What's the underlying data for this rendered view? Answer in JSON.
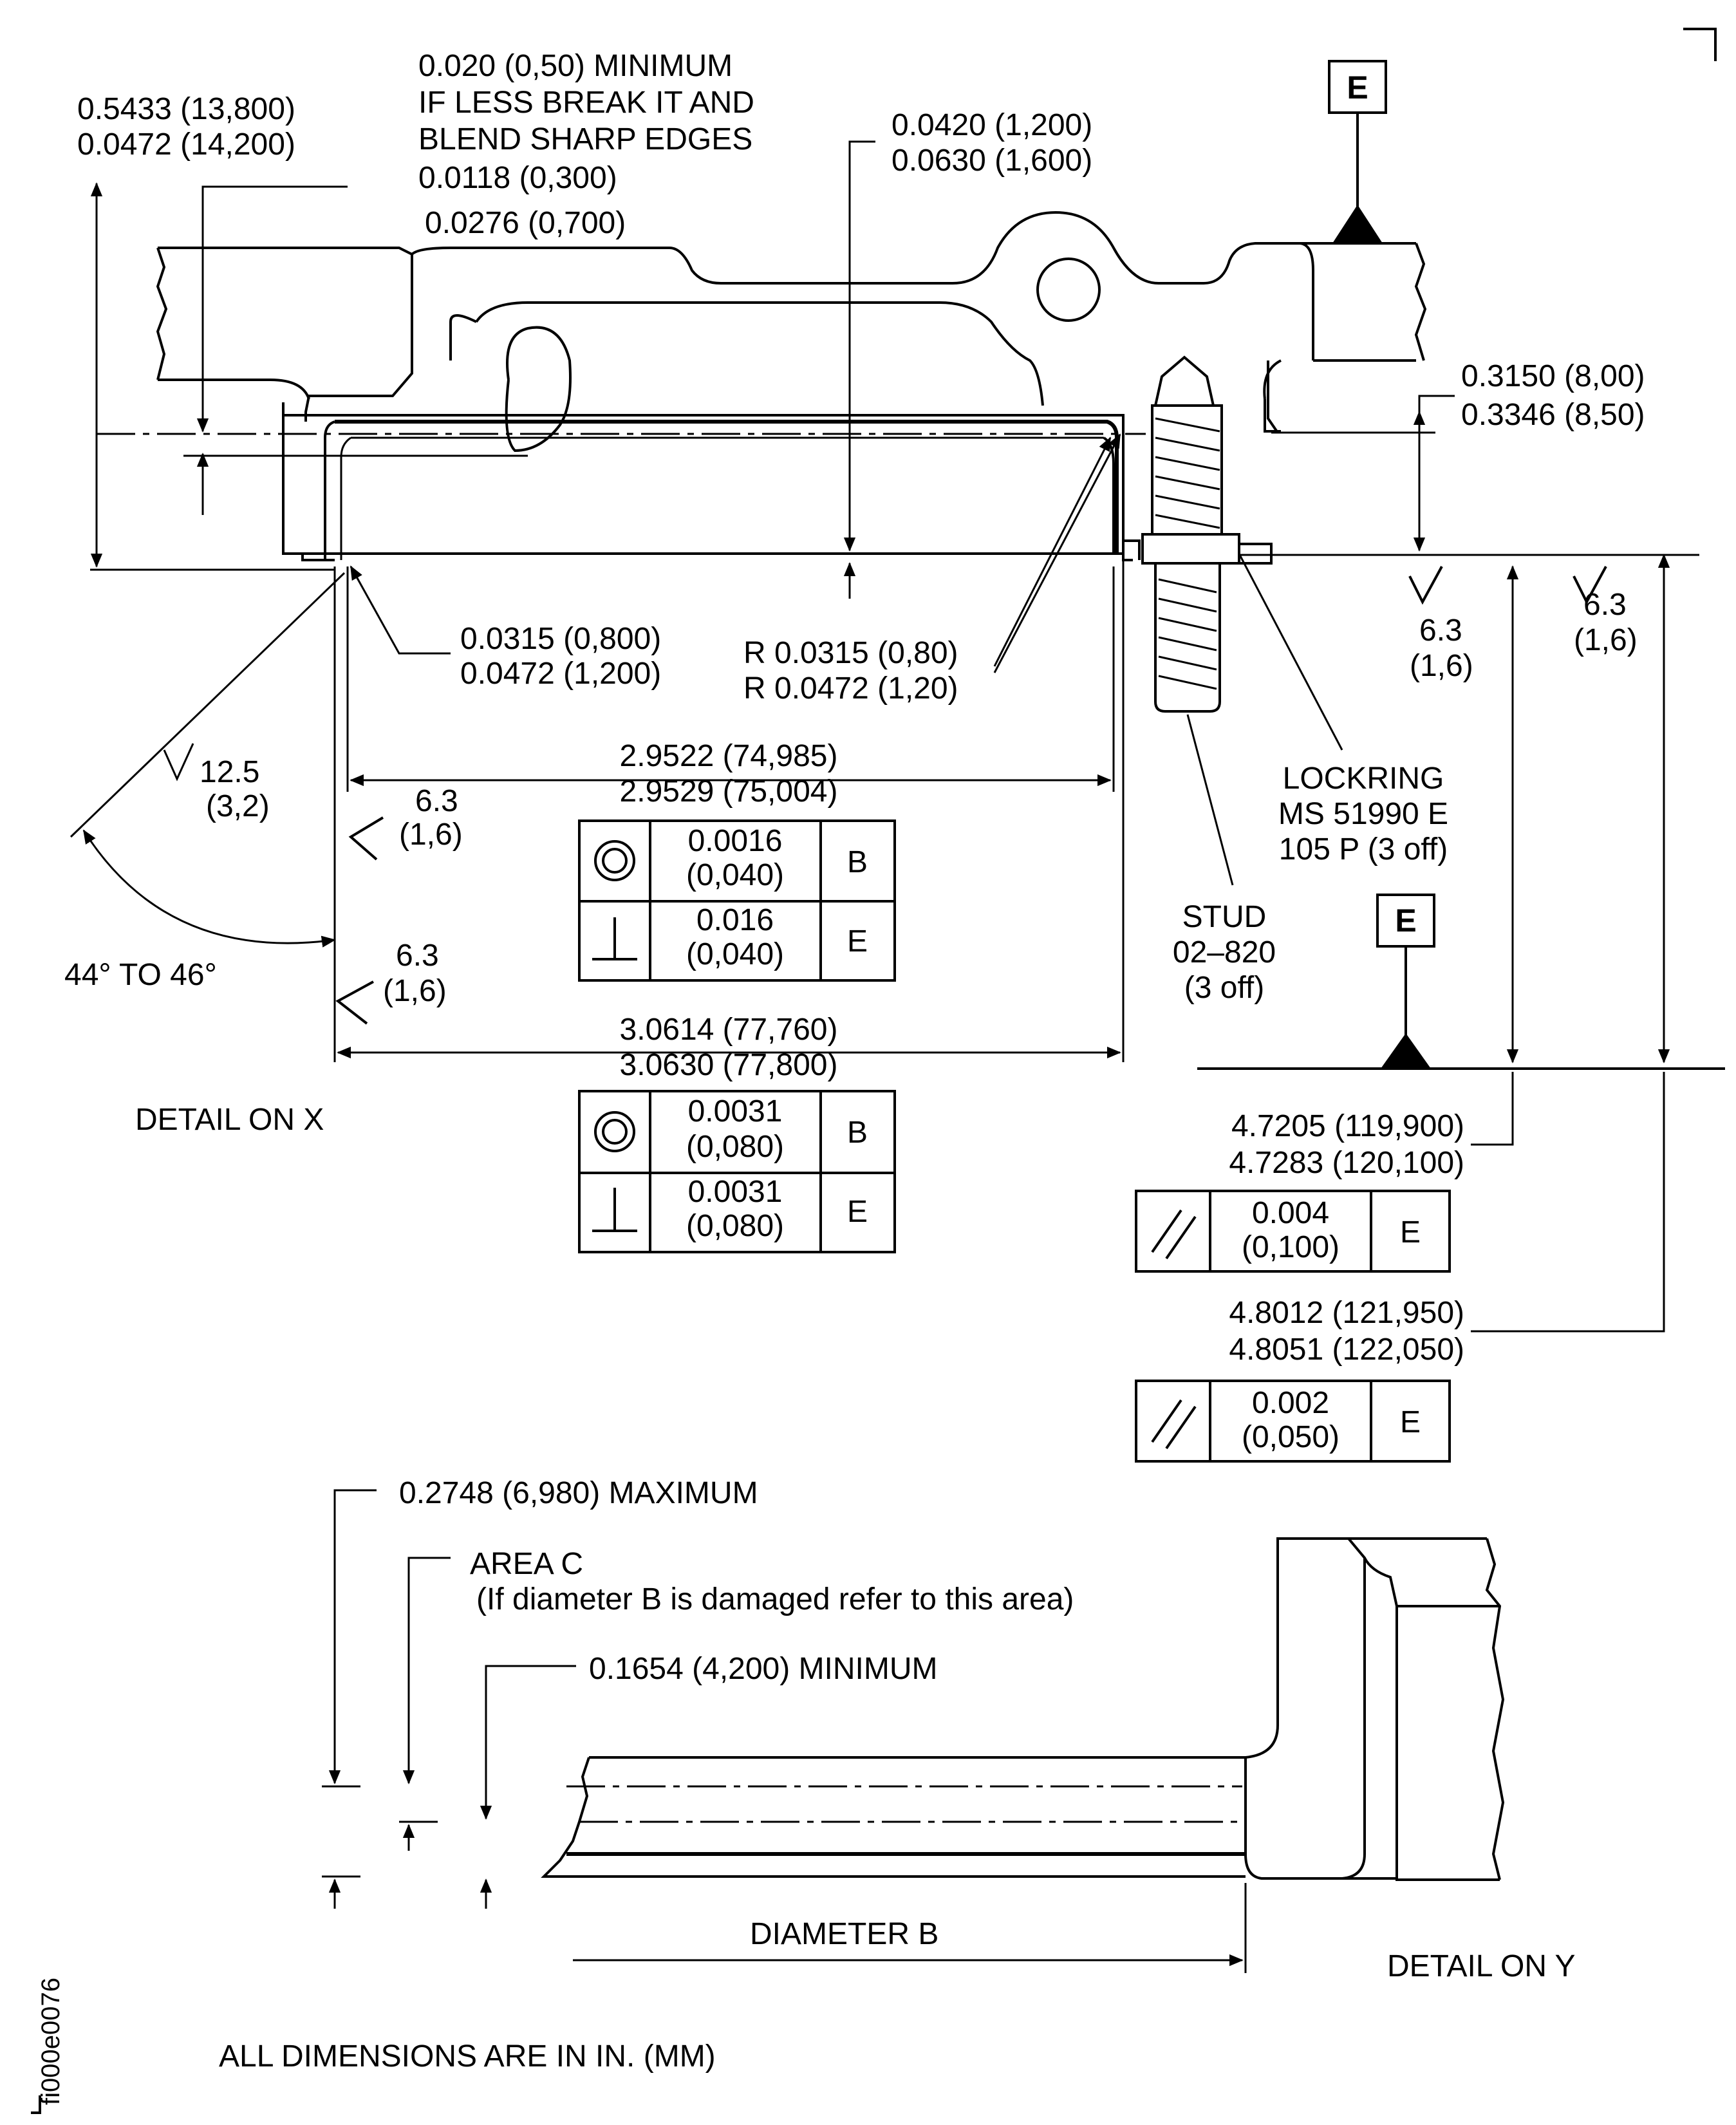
{
  "figure_id": "fi000e0076",
  "footer_note": "ALL DIMENSIONS ARE IN IN. (MM)",
  "detail_x": {
    "caption": "DETAIL ON X",
    "datum_label": "E",
    "dim_height_total": [
      "0.5433 (13,800)",
      "0.0472 (14,200)"
    ],
    "note_minimum": [
      "0.020 (0,50) MINIMUM",
      "IF LESS BREAK IT AND",
      "BLEND SHARP EDGES"
    ],
    "dim_step_small": "0.0118 (0,300)",
    "dim_step_upper": "0.0276 (0,700)",
    "dim_groove": [
      "0.0420 (1,200)",
      "0.0630 (1,600)"
    ],
    "dim_boss_height": [
      "0.3150 (8,00)",
      "0.3346 (8,50)"
    ],
    "dim_chamfer": [
      "0.0315 (0,800)",
      "0.0472 (1,200)"
    ],
    "dim_radius": [
      "R 0.0315 (0,80)",
      "R 0.0472 (1,20)"
    ],
    "angle_label": "44° TO 46°",
    "finish_face": [
      "12.5",
      "(3,2)"
    ],
    "finish_inner": [
      "6.3",
      "(1,6)"
    ],
    "finish_outer": [
      "6.3",
      "(1,6)"
    ],
    "finish_right_1": [
      "6.3",
      "(1,6)"
    ],
    "finish_right_2": [
      "6.3",
      "(1,6)"
    ],
    "dim_inner_dia": [
      "2.9522 (74,985)",
      "2.9529 (75,004)"
    ],
    "tol_inner": [
      {
        "symbol": "concentricity",
        "value": [
          "0.0016",
          "(0,040)"
        ],
        "datum": "B"
      },
      {
        "symbol": "perpendicularity",
        "value": [
          "0.016",
          "(0,040)"
        ],
        "datum": "E"
      }
    ],
    "dim_outer_dia": [
      "3.0614 (77,760)",
      "3.0630 (77,800)"
    ],
    "tol_outer": [
      {
        "symbol": "concentricity",
        "value": [
          "0.0031",
          "(0,080)"
        ],
        "datum": "B"
      },
      {
        "symbol": "perpendicularity",
        "value": [
          "0.0031",
          "(0,080)"
        ],
        "datum": "E"
      }
    ],
    "lockring": [
      "LOCKRING",
      "MS 51990 E",
      "105 P (3 off)"
    ],
    "stud": [
      "STUD",
      "02–820",
      "(3 off)"
    ],
    "datum_lower_label": "E",
    "dim_face_1": [
      "4.7205 (119,900)",
      "4.7283 (120,100)"
    ],
    "tol_face_1": {
      "symbol": "parallelism",
      "value": [
        "0.004",
        "(0,100)"
      ],
      "datum": "E"
    },
    "dim_face_2": [
      "4.8012 (121,950)",
      "4.8051 (122,050)"
    ],
    "tol_face_2": {
      "symbol": "parallelism",
      "value": [
        "0.002",
        "(0,050)"
      ],
      "datum": "E"
    }
  },
  "detail_y": {
    "caption": "DETAIL ON Y",
    "dim_max": "0.2748 (6,980) MAXIMUM",
    "area_c": [
      "AREA C",
      "(If diameter B is damaged refer to this area)"
    ],
    "dim_min": "0.1654 (4,200) MINIMUM",
    "diameter_label": "DIAMETER B"
  }
}
